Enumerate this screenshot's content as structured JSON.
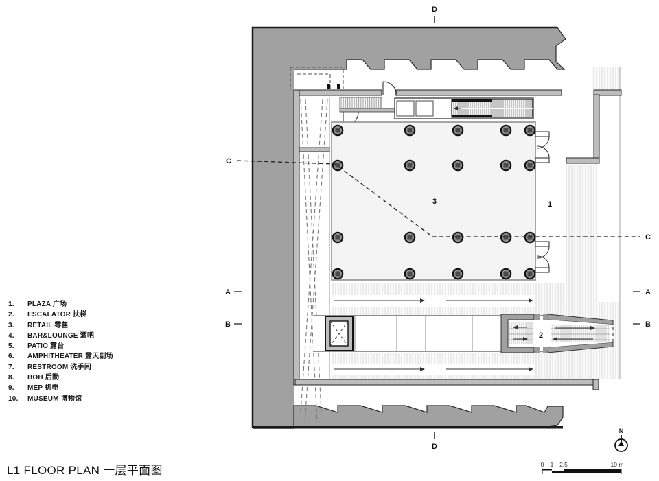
{
  "title": "L1 FLOOR PLAN 一层平面图",
  "legend": {
    "items": [
      {
        "num": "1.",
        "label": "PLAZA 广场"
      },
      {
        "num": "2.",
        "label": "ESCALATOR 扶梯"
      },
      {
        "num": "3.",
        "label": "RETAIL 零售"
      },
      {
        "num": "4.",
        "label": "BAR&LOUNGE 酒吧"
      },
      {
        "num": "5.",
        "label": "PATIO 露台"
      },
      {
        "num": "6.",
        "label": "AMPHITHEATER 露天剧场"
      },
      {
        "num": "7.",
        "label": "RESTROOM 洗手间"
      },
      {
        "num": "8.",
        "label": "BOH 后勤"
      },
      {
        "num": "9.",
        "label": "MEP 机电"
      },
      {
        "num": "10.",
        "label": "MUSEUM 博物馆"
      }
    ]
  },
  "plan": {
    "room_labels": {
      "plaza": "1",
      "escalator": "2",
      "retail": "3"
    },
    "section_markers": {
      "d_top": "D",
      "d_bottom": "D",
      "c_left": "C",
      "c_right": "C",
      "a_left": "A",
      "a_right": "A",
      "b_left": "B",
      "b_right": "B"
    }
  },
  "north_label": "N",
  "scale_bar": {
    "tick0": "0",
    "tick1": "1",
    "tick2": "2.5",
    "tick3": "10 m"
  },
  "colors": {
    "poche": "#a1a1a1",
    "wall": "#bdbdbd",
    "hatch": "#dcdcdc",
    "line": "#1a1a1a",
    "room_fill": "#f4f4f4"
  }
}
